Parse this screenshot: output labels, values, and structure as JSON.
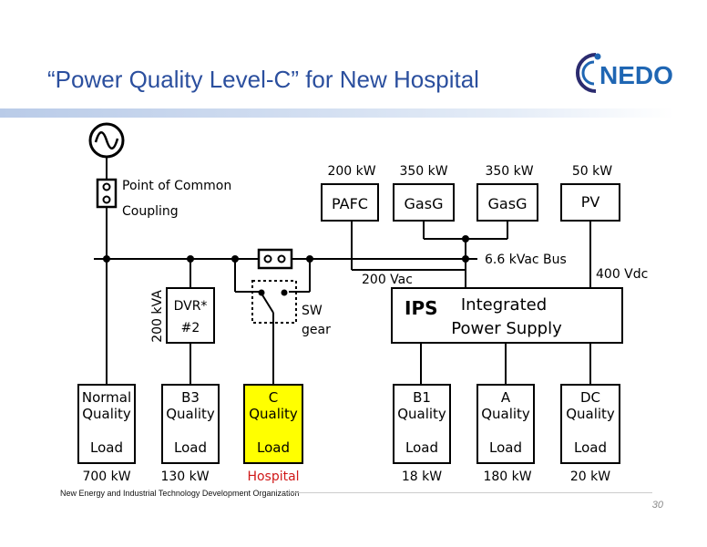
{
  "title": "“Power Quality Level-C” for New Hospital",
  "logo": {
    "text": "NEDO",
    "color": "#1f66b3",
    "accent": "#2b2b6f"
  },
  "footer": {
    "organization": "New Energy and Industrial Technology Development Organization",
    "page": "30"
  },
  "diagram": {
    "pcc_label_1": "Point of Common",
    "pcc_label_2": "Coupling",
    "bus_label": "6.6 kVac Bus",
    "dvr": {
      "line1": "DVR*",
      "line2": "#2",
      "rating": "200 kVA"
    },
    "switchgear": {
      "line1": "SW",
      "line2": "gear"
    },
    "ac_label": "200 Vac",
    "dc_label": "400 Vdc",
    "ips": {
      "abbr": "IPS",
      "line1": "Integrated",
      "line2": "Power Supply"
    },
    "sources": [
      {
        "name": "PAFC",
        "rating": "200 kW"
      },
      {
        "name": "GasG",
        "rating": "350 kW"
      },
      {
        "name": "GasG",
        "rating": "350 kW"
      },
      {
        "name": "PV",
        "rating": "50 kW"
      }
    ],
    "loads": [
      {
        "line1": "Normal",
        "line2": "Quality",
        "line3": "Load",
        "rating": "700 kW",
        "highlight": false
      },
      {
        "line1": "B3",
        "line2": "Quality",
        "line3": "Load",
        "rating": "130 kW",
        "highlight": false
      },
      {
        "line1": "C",
        "line2": "Quality",
        "line3": "Load",
        "rating": "Hospital",
        "highlight": true
      },
      {
        "line1": "B1",
        "line2": "Quality",
        "line3": "Load",
        "rating": "18 kW",
        "highlight": false
      },
      {
        "line1": "A",
        "line2": "Quality",
        "line3": "Load",
        "rating": "180 kW",
        "highlight": false
      },
      {
        "line1": "DC",
        "line2": "Quality",
        "line3": "Load",
        "rating": "20 kW",
        "highlight": false
      }
    ],
    "colors": {
      "highlight_fill": "#ffff00",
      "highlight_text": "#d01818"
    }
  }
}
